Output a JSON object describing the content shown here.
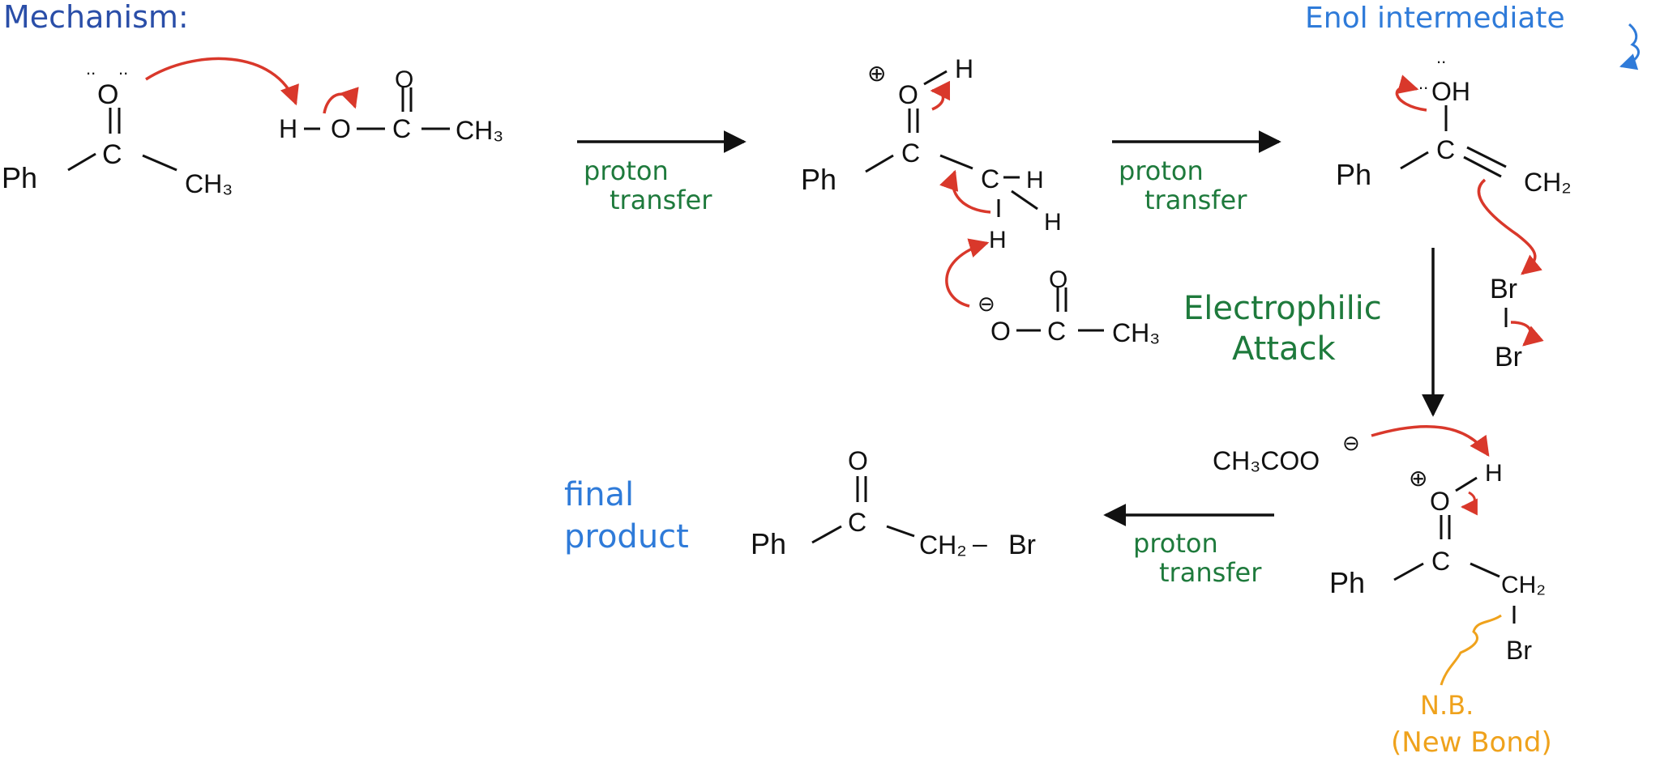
{
  "title": "Mechanism:",
  "labels": {
    "enol_intermediate": "Enol intermediate",
    "step1": [
      "proton",
      "transfer"
    ],
    "step2": [
      "proton",
      "transfer"
    ],
    "step3": [
      "Electrophilic",
      "Attack"
    ],
    "step4": [
      "proton",
      "transfer"
    ],
    "final_product": [
      "final",
      "product"
    ],
    "new_bond": [
      "N.B.",
      "(New Bond)"
    ]
  },
  "atoms": {
    "o": "O",
    "c": "C",
    "h": "H",
    "ph": "Ph",
    "ch3": "CH₃",
    "ch2": "CH₂",
    "br": "Br",
    "oh": "OH",
    "ch3coo": "CH₃COO",
    "plus": "⊕",
    "minus": "⊖",
    "lone_pair": "..",
    "bond_dash": "–"
  },
  "colors": {
    "ink": "#111111",
    "title_blue": "#2a4ea8",
    "note_blue": "#2f7bd9",
    "green": "#1e7a3c",
    "red": "#d9382b",
    "orange": "#efa21c"
  }
}
